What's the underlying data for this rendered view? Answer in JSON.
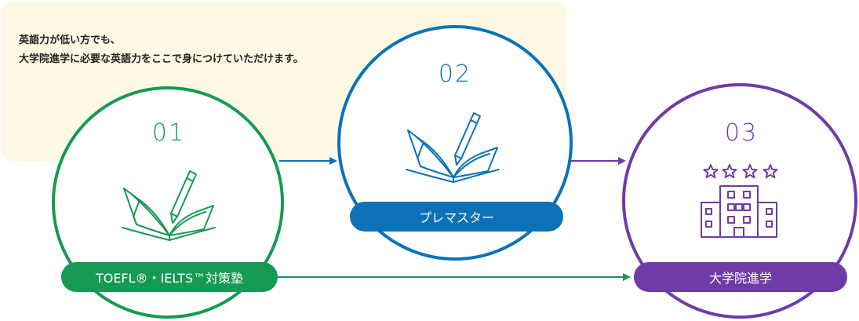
{
  "note": {
    "line1": "英語力が低い方でも、",
    "line2": "大学院進学に必要な英語力をここで身につけていただけます。"
  },
  "colors": {
    "green": "#159a54",
    "blue": "#0b72b7",
    "purple": "#6f3ba8",
    "note_bg": "#fdf9e4"
  },
  "steps": [
    {
      "number": "01",
      "label": "TOEFL®・IELTS™対策塾",
      "icon": "book-pencil-icon"
    },
    {
      "number": "02",
      "label": "プレマスター",
      "icon": "book-pencil-icon"
    },
    {
      "number": "03",
      "label": "大学院進学",
      "icon": "building-stars-icon"
    }
  ]
}
